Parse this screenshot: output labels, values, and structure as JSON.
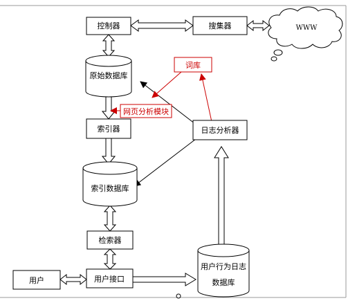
{
  "nodes": {
    "controller": "控制器",
    "collector": "搜集器",
    "www": "WWW",
    "raw_db": "原始数据库",
    "lexicon": "词库",
    "page_analysis": "网页分析模块",
    "log_analyzer": "日志分析器",
    "indexer": "索引器",
    "index_db": "索引数据库",
    "retriever": "检索器",
    "user": "用户",
    "user_interface": "用户接口",
    "behavior_log_db_line1": "用户行为日志",
    "behavior_log_db_line2": "数据库"
  },
  "colors": {
    "stroke": "#000000",
    "annotation": "#cc0000",
    "background": "#ffffff"
  }
}
